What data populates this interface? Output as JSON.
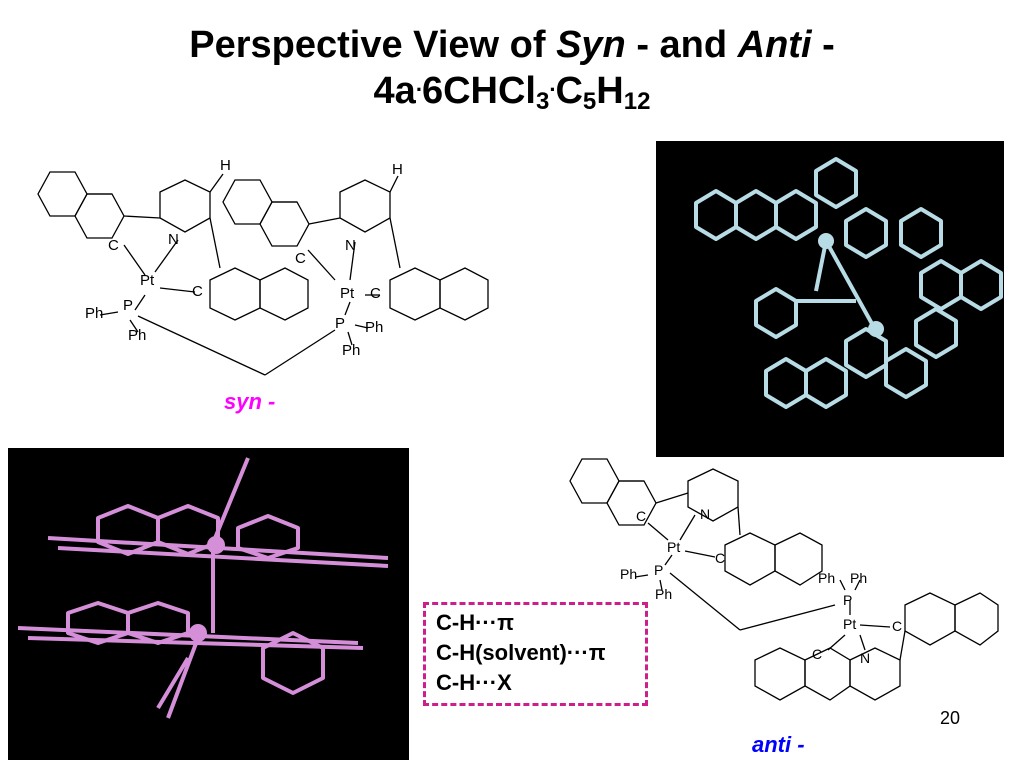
{
  "slide": {
    "title_part1": "Perspective View of ",
    "title_syn": "Syn",
    "title_part2": " - and ",
    "title_anti": "Anti",
    "title_part3": " -",
    "formula_a": "4a",
    "formula_dot1": ".",
    "formula_b": "6CHCl",
    "formula_sub1": "3",
    "formula_dot2": ".",
    "formula_c": "C",
    "formula_sub2": "5",
    "formula_d": "H",
    "formula_sub3": "12",
    "page_number": "20"
  },
  "labels": {
    "syn": "syn -",
    "anti": "anti -"
  },
  "interactions": [
    "C-H···π",
    "C-H(solvent)···π",
    "C-H···X"
  ],
  "structure_labels": {
    "pt": "Pt",
    "n": "N",
    "c": "C",
    "p": "P",
    "ph": "Ph",
    "h": "H"
  },
  "colors": {
    "syn_label": "#ff00ff",
    "anti_label": "#0000ff",
    "box_border": "#cc1f8c",
    "syn_model": "#b8dce6",
    "anti_model": "#d48fd8"
  }
}
